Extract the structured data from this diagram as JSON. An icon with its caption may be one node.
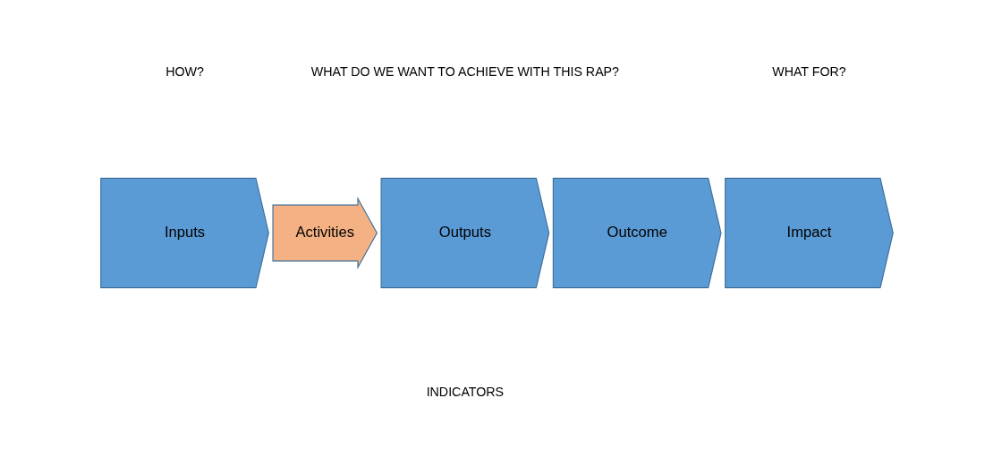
{
  "diagram": {
    "nodes": [
      {
        "text": [
          "Inputs"
        ]
      },
      {
        "text": [
          "Activities"
        ]
      },
      {
        "text": [
          "Outputs"
        ]
      },
      {
        "text": [
          "Outcome"
        ]
      },
      {
        "text": [
          "Impact"
        ]
      }
    ],
    "labels": [
      "HOW?",
      "WHAT DO WE WANT TO ACHIEVE WITH THIS RAP?",
      "WHAT FOR?",
      "INDICATORS"
    ]
  }
}
